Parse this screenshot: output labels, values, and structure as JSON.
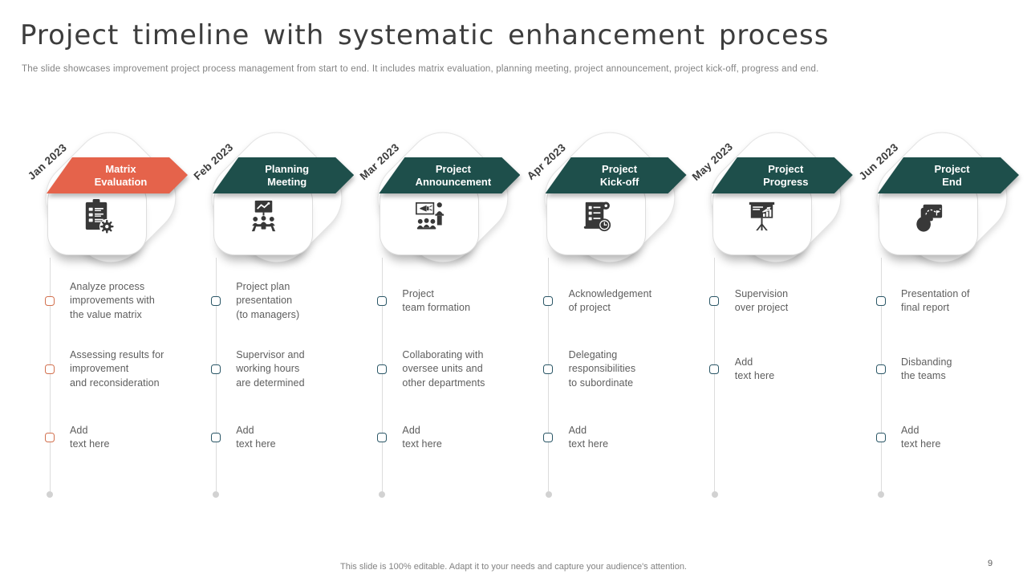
{
  "slide": {
    "title": "Project timeline with systematic enhancement process",
    "subtitle": "The slide showcases improvement project process management from start to end. It includes matrix evaluation, planning meeting, project announcement, project kick-off, progress and end.",
    "footer": "This slide is 100% editable. Adapt it to your needs and capture your audience's attention.",
    "page_number": "9"
  },
  "colors": {
    "accent_orange": "#E5634B",
    "accent_teal": "#1E4F4B",
    "checkbox_orange": "#D2704E",
    "checkbox_teal": "#2A5666",
    "text_gray": "#5D5D5D",
    "line_gray": "#DCDCDC"
  },
  "columns": [
    {
      "month": "Jan 2023",
      "title": "Matrix\nEvaluation",
      "accent": "orange",
      "icon": "clipboard-gear-icon",
      "items": [
        "Analyze process\nimprovements with\nthe value matrix",
        "Assessing results for\nimprovement\nand reconsideration",
        "Add\ntext here"
      ]
    },
    {
      "month": "Feb 2023",
      "title": "Planning\nMeeting",
      "accent": "teal",
      "icon": "meeting-presentation-icon",
      "items": [
        "Project plan\npresentation\n(to managers)",
        "Supervisor and\nworking hours\nare determined",
        "Add\ntext here"
      ]
    },
    {
      "month": "Mar 2023",
      "title": "Project\nAnnouncement",
      "accent": "teal",
      "icon": "announcement-audience-icon",
      "items": [
        "Project\nteam formation",
        "Collaborating with\noversee units and\nother departments",
        "Add\ntext here"
      ]
    },
    {
      "month": "Apr 2023",
      "title": "Project\nKick-off",
      "accent": "teal",
      "icon": "scroll-clock-icon",
      "items": [
        "Acknowledgement\nof project",
        "Delegating\nresponsibilities\nto subordinate",
        "Add\ntext here"
      ]
    },
    {
      "month": "May 2023",
      "title": "Project\nProgress",
      "accent": "teal",
      "icon": "progress-board-icon",
      "items": [
        "Supervision\nover project",
        "Add\ntext here"
      ]
    },
    {
      "month": "Jun 2023",
      "title": "Project\nEnd",
      "accent": "teal",
      "icon": "hand-map-icon",
      "items": [
        "Presentation of\nfinal report",
        "Disbanding\nthe teams",
        "Add\ntext here"
      ]
    }
  ]
}
